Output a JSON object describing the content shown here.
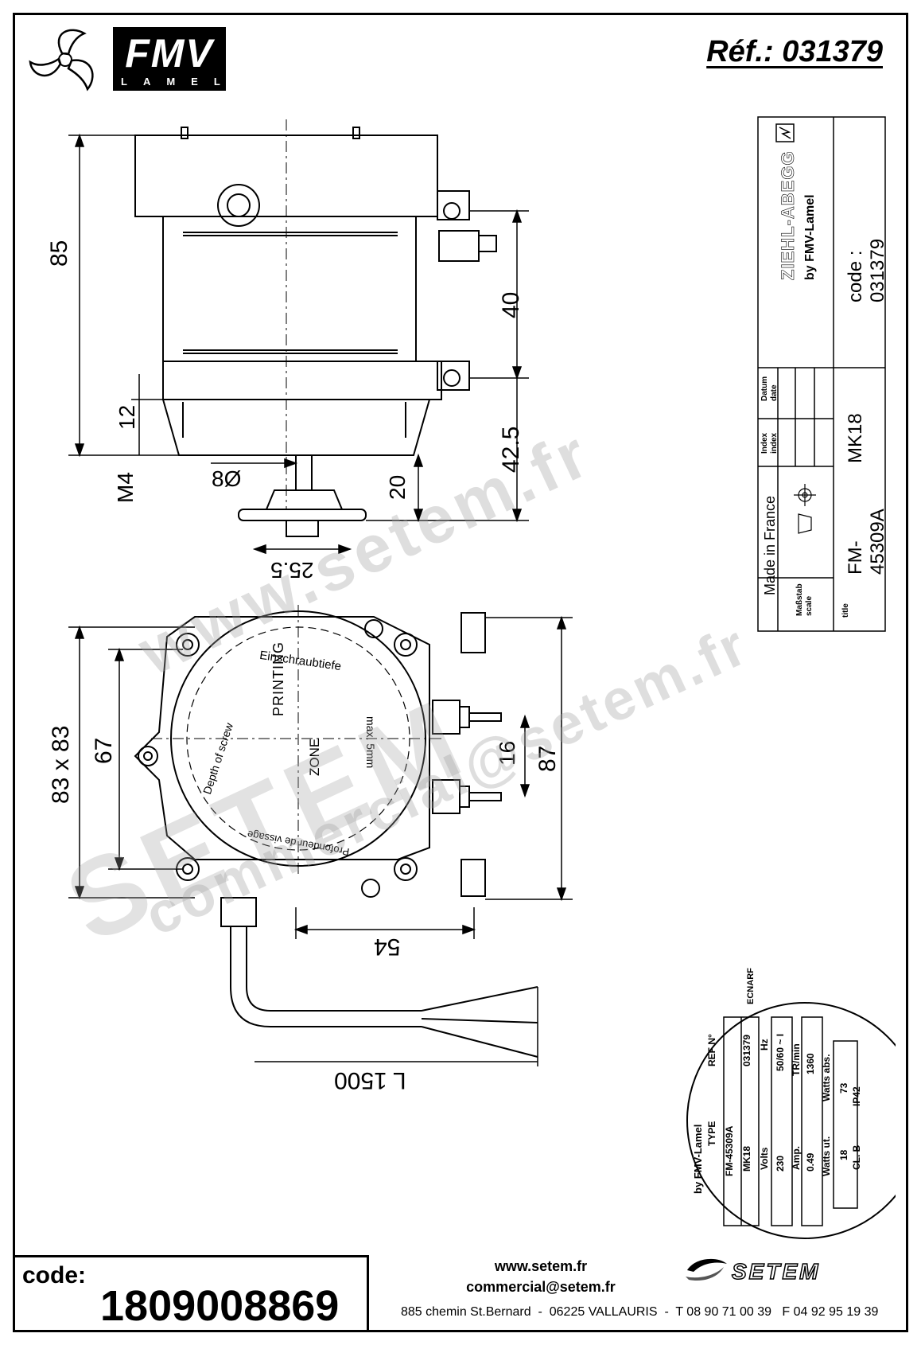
{
  "header": {
    "ref_label": "Réf.: 031379",
    "brand_main": "FMV",
    "brand_sub": "LAMEL"
  },
  "dimensions": {
    "height_85": "85",
    "height_40": "40",
    "height_12": "12",
    "thread_m4": "M4",
    "shaft_8": "8Ø",
    "dist_42_5": "42.5",
    "dist_20": "20",
    "hub_25_5": "25.5",
    "square_83": "83 x 83",
    "dist_67": "67",
    "dist_87": "87",
    "dist_16": "16",
    "width_54": "54",
    "cable_length": "L 1500"
  },
  "printing_zone": {
    "line1": "PRINTING",
    "line2": "ZONE",
    "ring_de": "Einschraubtiefe",
    "ring_en": "Depth of screw",
    "ring_max": "max. 5mm",
    "ring_fr": "Profondeur de vissage"
  },
  "title_block": {
    "maker": "ZIEHL-ABEGG",
    "maker_sub": "by FMV-Lamel",
    "code": "code : 031379",
    "origin": "Made in France",
    "model": "FM-45309A",
    "model_short": "MK18",
    "col_datum": "Datum",
    "col_date": "date",
    "col_index": "Index",
    "col_index2": "index",
    "col_scale1": "Maßstab",
    "col_scale2": "scale",
    "col_title": "title"
  },
  "label_plate": {
    "byline": "by FMV-Lamel",
    "type_label": "TYPE",
    "type_value": "FM-45309A",
    "ref_label": "REF N°",
    "model": "MK18",
    "ref_value": "031379",
    "volts_label": "Volts",
    "volts_value": "230",
    "hz_label": "Hz",
    "hz_value": "50/60 ~ I",
    "amp_label": "Amp.",
    "amp_value": "0.49",
    "tr_label": "TR/min",
    "tr_value": "1360",
    "wut_label": "Watts ut.",
    "wut_value": "18",
    "wabs_label": "Watts abs.",
    "wabs_value": "73",
    "class_value": "CL. B",
    "ip_value": "IP42",
    "country_letters": [
      "F",
      "R",
      "A",
      "N",
      "C",
      "E"
    ]
  },
  "watermark": {
    "line1": "www.setem.fr",
    "line2": "SETEM",
    "line3": "commercial@setem.fr"
  },
  "footer": {
    "code_label": "code:",
    "code_number": "1809008869",
    "website": "www.setem.fr",
    "email": "commercial@setem.fr",
    "address": "885 chemin St.Bernard  -  06225 VALLAURIS  -  T 08 90 71 00 39   F 04 92 95 19 39",
    "company_logo": "SETEM"
  },
  "icons": {
    "fan_logo": "fan-icon",
    "lightning_logo": "lightning-icon",
    "projection_symbol": "projection-symbol-icon"
  }
}
